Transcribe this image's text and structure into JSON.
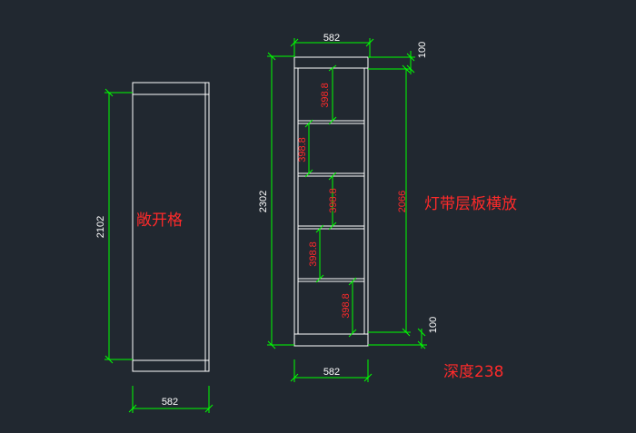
{
  "drawing": {
    "colors": {
      "background": "#212830",
      "outline": "#ffffff",
      "dimension": "#00ff00",
      "label_red": "#ff2a2a",
      "label_white": "#ffffff"
    },
    "left_cabinet": {
      "label": "敞开格",
      "width_dim": "582",
      "height_dim": "2102"
    },
    "right_cabinet": {
      "top_width_dim": "582",
      "bottom_width_dim": "582",
      "height_dim": "2302",
      "top_offset_dim": "100",
      "bottom_offset_dim": "100",
      "inner_height_dim": "2066",
      "shelf_spacing": [
        "398.8",
        "398.8",
        "398.8",
        "398.8",
        "398.8"
      ],
      "note": "灯带层板横放",
      "depth_label": "深度238"
    }
  }
}
